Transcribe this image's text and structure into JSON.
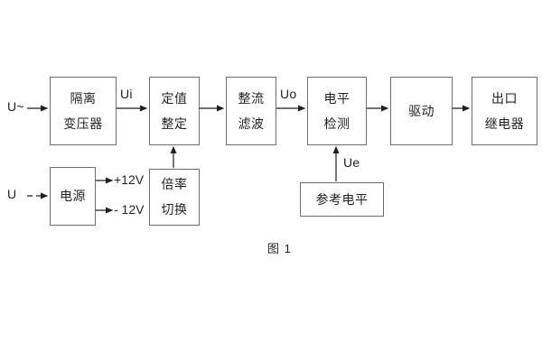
{
  "figure": {
    "caption": "图 1",
    "stroke_color": "#6e6e6e",
    "text_color": "#231f20",
    "background": "#ffffff"
  },
  "inputs": [
    {
      "name": "ac-input",
      "label": "U~",
      "arrow": "solid"
    },
    {
      "name": "dc-input",
      "label": "U",
      "arrow": "dashed"
    }
  ],
  "signal_labels": [
    {
      "name": "ui",
      "label": "Ui"
    },
    {
      "name": "uo",
      "label": "Uo"
    },
    {
      "name": "ue",
      "label": "Ue"
    }
  ],
  "power_rails": [
    {
      "name": "rail-positive",
      "label": "+12V"
    },
    {
      "name": "rail-negative",
      "label": "- 12V"
    }
  ],
  "main_chain": [
    {
      "name": "isolation-transformer",
      "lines": [
        "隔离",
        "变压器"
      ]
    },
    {
      "name": "setting-value",
      "lines": [
        "定值",
        "整定"
      ]
    },
    {
      "name": "rectify-filter",
      "lines": [
        "整流",
        "滤波"
      ]
    },
    {
      "name": "level-detection",
      "lines": [
        "电平",
        "检测"
      ]
    },
    {
      "name": "drive",
      "lines": [
        "驱动"
      ]
    },
    {
      "name": "output-relay",
      "lines": [
        "出口",
        "继电器"
      ]
    }
  ],
  "support_blocks": [
    {
      "name": "power-supply",
      "lines": [
        "电源"
      ]
    },
    {
      "name": "multiplier-switch",
      "lines": [
        "倍率",
        "切换"
      ]
    },
    {
      "name": "reference-level",
      "lines": [
        "参考电平"
      ]
    }
  ]
}
